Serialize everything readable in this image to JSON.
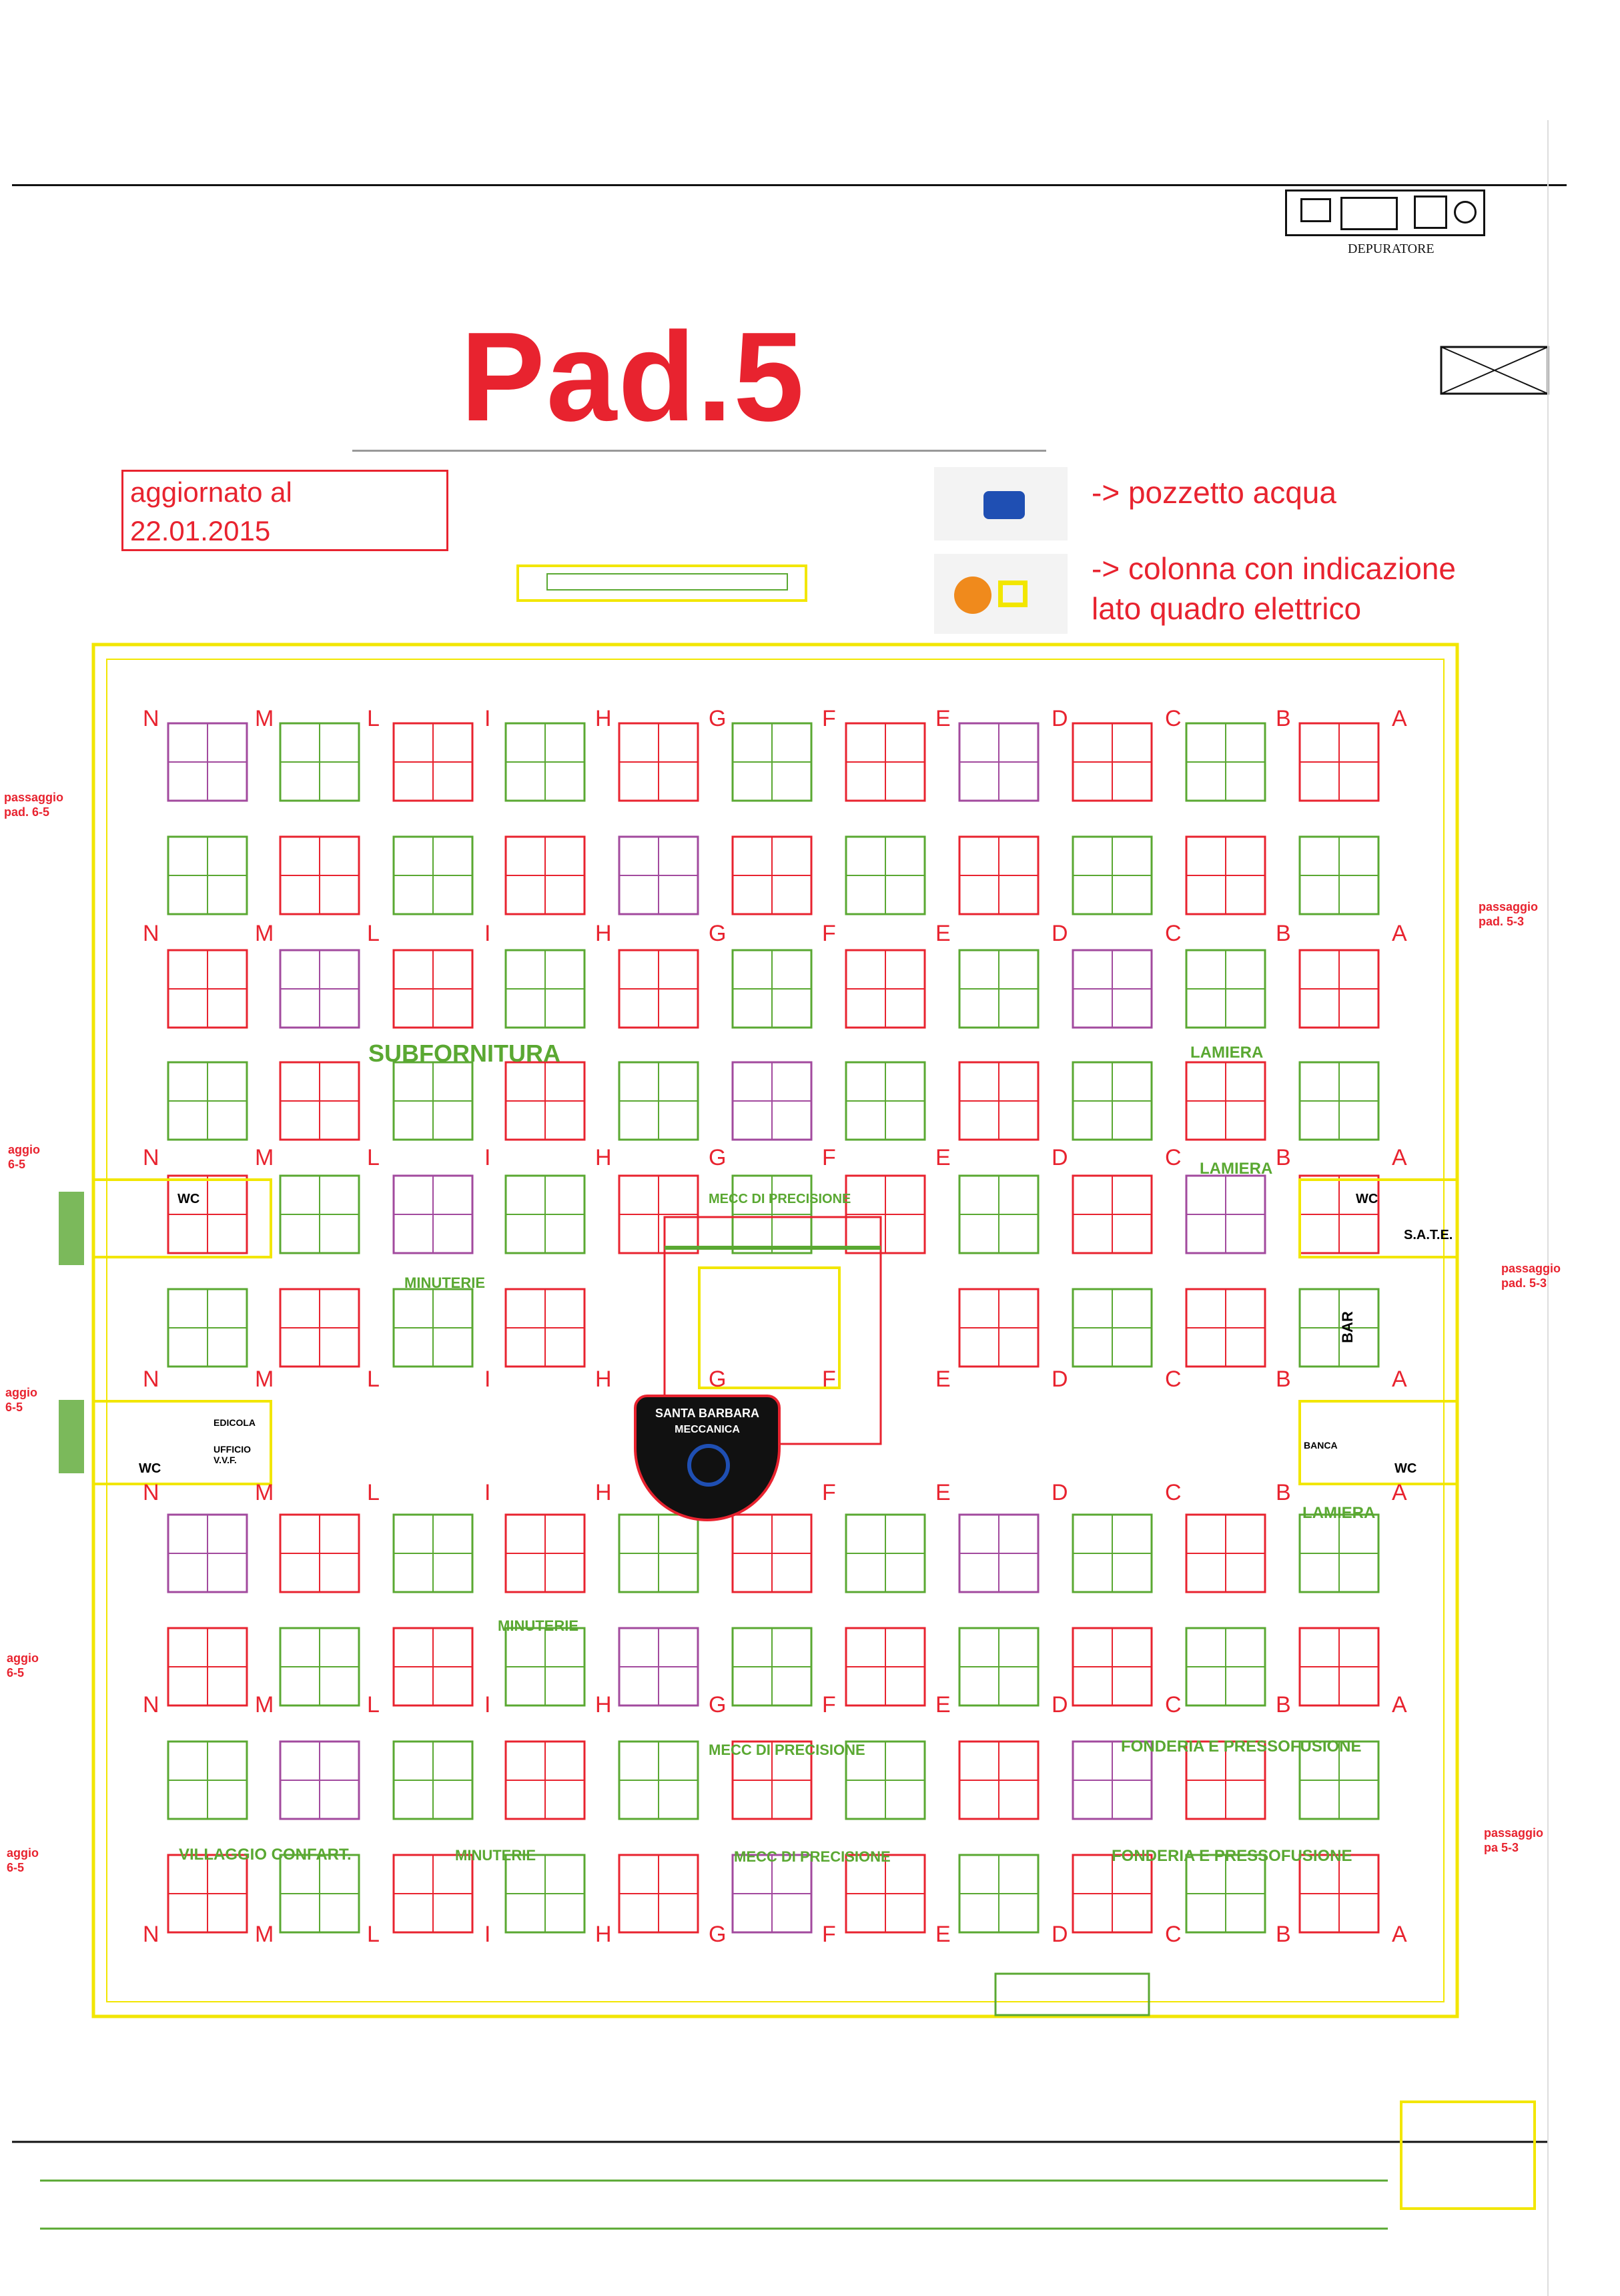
{
  "title": "Pad.5",
  "update": {
    "line1": "aggiornato al",
    "line2": "22.01.2015"
  },
  "legend": {
    "water": "-> pozzetto acqua",
    "column_line1": "-> colonna con indicazione",
    "column_line2": "lato quadro elettrico"
  },
  "depuratore": "DEPURATORE",
  "zones": {
    "subfornitura": "SUBFORNITURA",
    "lamiera1": "LAMIERA",
    "lamiera2": "LAMIERA",
    "lamiera3": "LAMIERA",
    "mecc1": "MECC DI PRECISIONE",
    "mecc2": "MECC DI PRECISIONE",
    "mecc3": "MECC DI PRECISIONE",
    "minuterie1": "MINUTERIE",
    "minuterie2": "MINUTERIE",
    "minuterie3": "MINUTERIE",
    "fonderia1": "FONDERIA E PRESSOFUSIONE",
    "fonderia2": "FONDERIA E PRESSOFUSIONE",
    "villaggio": "VILLAGGIO CONFART."
  },
  "passages": {
    "left1": "passaggio pad. 6-5",
    "left2": "aggio 6-5",
    "left3": "aggio 6-5",
    "left4": "aggio 6-5",
    "left5": "aggio 6-5",
    "right1": "passaggio pad. 5-3",
    "right2": "passaggio pad. 5-3",
    "right3": "passaggio pa 5-3"
  },
  "services": {
    "wc": "WC",
    "sate": "S.A.T.E.",
    "bar": "BAR",
    "banca": "BANCA",
    "edicola": "EDICOLA",
    "ufficio": "UFFICIO V.V.F."
  },
  "logo": {
    "line1": "SANTA BARBARA",
    "line2": "MECCANICA"
  },
  "column_letters": [
    "N",
    "M",
    "L",
    "I",
    "H",
    "G",
    "F",
    "E",
    "D",
    "C",
    "B",
    "A"
  ],
  "colors": {
    "red": "#e8232f",
    "green": "#5aa832",
    "yellow": "#f2e600",
    "purple": "#a24a9e",
    "black": "#111111",
    "blue": "#1f4fb3",
    "orange": "#f08a1c"
  }
}
